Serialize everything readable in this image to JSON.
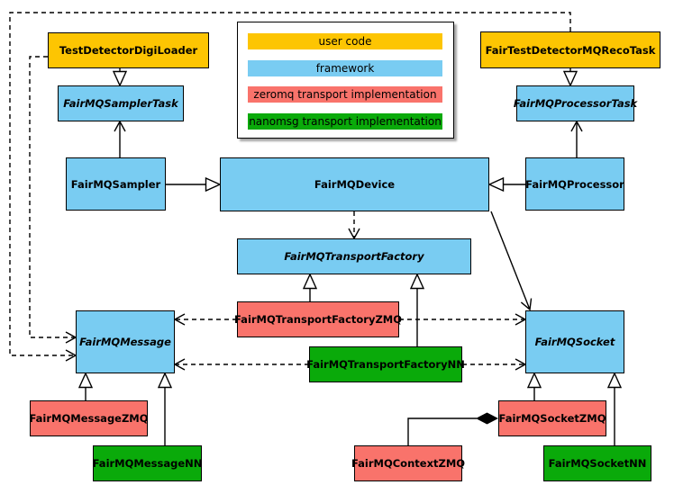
{
  "diagram": {
    "kind": "UML class diagram",
    "legend": {
      "items": [
        {
          "label": "user code",
          "color": "#fdc502",
          "category": "user"
        },
        {
          "label": "framework",
          "color": "#79ccf2",
          "category": "framework"
        },
        {
          "label": "zeromq transport implementation",
          "color": "#f9736b",
          "category": "zeromq"
        },
        {
          "label": "nanomsg transport implementation",
          "color": "#0aaa0a",
          "category": "nanomsg"
        }
      ]
    },
    "nodes": {
      "testDetectorDigiLoader": {
        "label": "TestDetectorDigiLoader",
        "category": "user",
        "abstract": false
      },
      "fairTestDetectorMQRecoTask": {
        "label": "FairTestDetectorMQRecoTask",
        "category": "user",
        "abstract": false
      },
      "fairMQSamplerTask": {
        "label": "FairMQSamplerTask",
        "category": "framework",
        "abstract": true
      },
      "fairMQProcessorTask": {
        "label": "FairMQProcessorTask",
        "category": "framework",
        "abstract": true
      },
      "fairMQSampler": {
        "label": "FairMQSampler",
        "category": "framework",
        "abstract": false
      },
      "fairMQDevice": {
        "label": "FairMQDevice",
        "category": "framework",
        "abstract": false
      },
      "fairMQProcessor": {
        "label": "FairMQProcessor",
        "category": "framework",
        "abstract": false
      },
      "fairMQTransportFactory": {
        "label": "FairMQTransportFactory",
        "category": "framework",
        "abstract": true
      },
      "fairMQMessage": {
        "label": "FairMQMessage",
        "category": "framework",
        "abstract": true
      },
      "fairMQSocket": {
        "label": "FairMQSocket",
        "category": "framework",
        "abstract": true
      },
      "fairMQTransportFactoryZMQ": {
        "label": "FairMQTransportFactoryZMQ",
        "category": "zeromq",
        "abstract": false
      },
      "fairMQTransportFactoryNN": {
        "label": "FairMQTransportFactoryNN",
        "category": "nanomsg",
        "abstract": false
      },
      "fairMQMessageZMQ": {
        "label": "FairMQMessageZMQ",
        "category": "zeromq",
        "abstract": false
      },
      "fairMQMessageNN": {
        "label": "FairMQMessageNN",
        "category": "nanomsg",
        "abstract": false
      },
      "fairMQSocketZMQ": {
        "label": "FairMQSocketZMQ",
        "category": "zeromq",
        "abstract": false
      },
      "fairMQSocketNN": {
        "label": "FairMQSocketNN",
        "category": "nanomsg",
        "abstract": false
      },
      "fairMQContextZMQ": {
        "label": "FairMQContextZMQ",
        "category": "zeromq",
        "abstract": false
      }
    },
    "edges": [
      {
        "from": "TestDetectorDigiLoader",
        "to": "FairMQSamplerTask",
        "type": "generalization"
      },
      {
        "from": "FairTestDetectorMQRecoTask",
        "to": "FairMQProcessorTask",
        "type": "generalization"
      },
      {
        "from": "FairMQSampler",
        "to": "FairMQDevice",
        "type": "generalization"
      },
      {
        "from": "FairMQProcessor",
        "to": "FairMQDevice",
        "type": "generalization"
      },
      {
        "from": "FairMQSampler",
        "to": "FairMQSamplerTask",
        "type": "association"
      },
      {
        "from": "FairMQProcessor",
        "to": "FairMQProcessorTask",
        "type": "association"
      },
      {
        "from": "FairMQDevice",
        "to": "FairMQTransportFactory",
        "type": "dependency"
      },
      {
        "from": "FairMQDevice",
        "to": "FairMQSocket",
        "type": "association"
      },
      {
        "from": "FairMQTransportFactoryZMQ",
        "to": "FairMQTransportFactory",
        "type": "generalization"
      },
      {
        "from": "FairMQTransportFactoryNN",
        "to": "FairMQTransportFactory",
        "type": "generalization"
      },
      {
        "from": "FairMQTransportFactoryZMQ",
        "to": "FairMQMessage",
        "type": "dependency"
      },
      {
        "from": "FairMQTransportFactoryZMQ",
        "to": "FairMQSocket",
        "type": "dependency"
      },
      {
        "from": "FairMQTransportFactoryNN",
        "to": "FairMQMessage",
        "type": "dependency"
      },
      {
        "from": "FairMQTransportFactoryNN",
        "to": "FairMQSocket",
        "type": "dependency"
      },
      {
        "from": "FairMQMessageZMQ",
        "to": "FairMQMessage",
        "type": "generalization"
      },
      {
        "from": "FairMQMessageNN",
        "to": "FairMQMessage",
        "type": "generalization"
      },
      {
        "from": "FairMQSocketZMQ",
        "to": "FairMQSocket",
        "type": "generalization"
      },
      {
        "from": "FairMQSocketNN",
        "to": "FairMQSocket",
        "type": "generalization"
      },
      {
        "from": "FairMQContextZMQ",
        "to": "FairMQSocketZMQ",
        "type": "composition"
      },
      {
        "from": "FairTestDetectorMQRecoTask",
        "to": "FairMQMessage",
        "type": "dependency"
      },
      {
        "from": "TestDetectorDigiLoader",
        "to": "FairMQMessage",
        "type": "dependency"
      }
    ]
  }
}
